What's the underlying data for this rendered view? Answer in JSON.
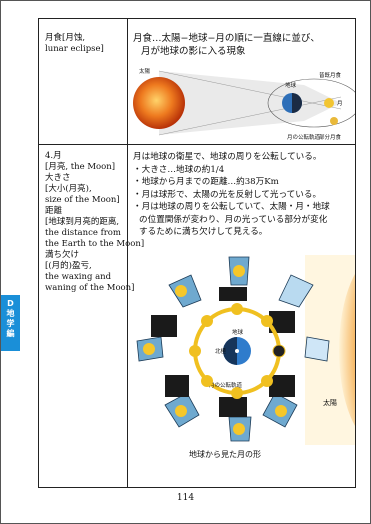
{
  "tab": {
    "line1": "D",
    "line2": "地",
    "line3": "学",
    "line4": "編"
  },
  "row1": {
    "left": [
      "月食[月蚀,",
      "lunar eclipse]"
    ],
    "right": [
      "月食…太陽−地球−月の順に一直線に並び、",
      "月が地球の影に入る現象"
    ],
    "diagram": {
      "sun": "太陽",
      "earth": "地球",
      "moon": "月",
      "orbit": "月の公転軌道",
      "total": "皆既月食",
      "partial": "部分月食"
    }
  },
  "row2": {
    "left": [
      "4.月",
      "[月亮, the Moon]",
      "大きさ",
      "[大小(月亮),",
      "size of the Moon]",
      "距離",
      "[地球到月亮的距离,",
      "the distance from",
      "the Earth to the Moon]",
      "満ち欠け",
      "[(月的)盈亏,",
      "the waxing and",
      "waning of the Moon]"
    ],
    "right": [
      "月は地球の衛星で、地球の周りを公転している。",
      "・大きさ…地球の約1/4",
      "・地球から月までの距離…約38万Km",
      "・月は球形で、太陽の光を反射して光っている。",
      "・月は地球の周りを公転していて、太陽・月・地球",
      "の位置関係が変わり、月の光っている部分が変化",
      "するために満ち欠けして見える。"
    ],
    "diagram": {
      "earth": "地球",
      "north_pole": "北極",
      "orbit": "月の公転軌道",
      "sun": "太陽",
      "caption": "地球から見た月の形"
    }
  },
  "page_number": "114"
}
